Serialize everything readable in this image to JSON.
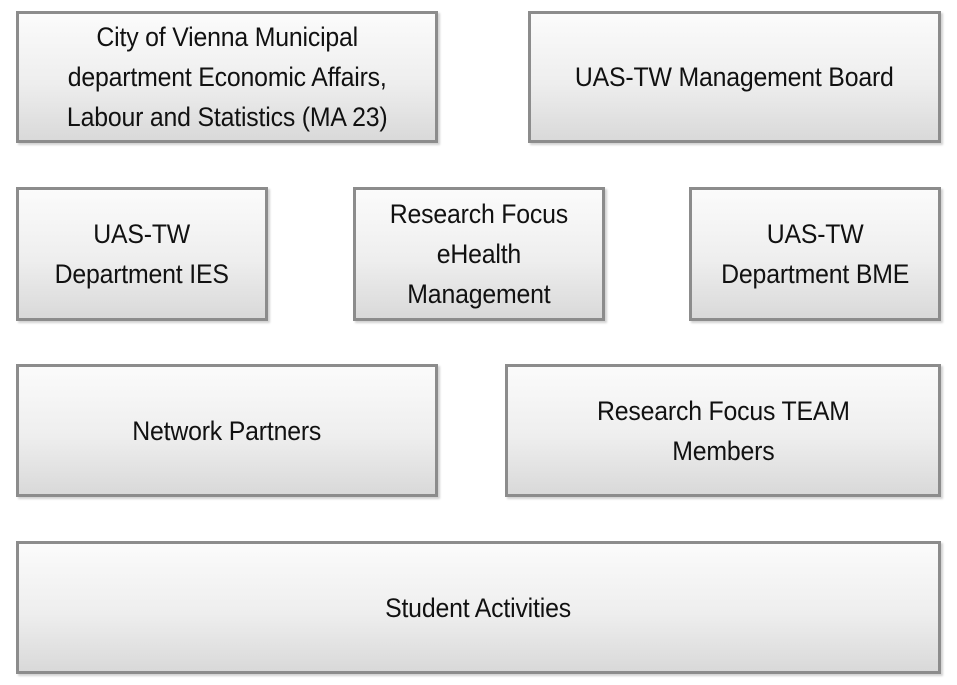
{
  "boxes": {
    "ma23": {
      "line1": "City of Vienna Municipal",
      "line2": "department Economic Affairs,",
      "line3": "Labour and Statistics (MA 23)"
    },
    "management_board": {
      "line1": "UAS-TW Management Board"
    },
    "department_ies": {
      "line1": "UAS-TW",
      "line2": "Department IES"
    },
    "research_focus_ehealth": {
      "line1": "Research Focus",
      "line2": "eHealth",
      "line3": "Management"
    },
    "department_bme": {
      "line1": "UAS-TW",
      "line2": "Department BME"
    },
    "network_partners": {
      "line1": "Network Partners"
    },
    "team_members": {
      "line1": "Research Focus TEAM",
      "line2": "Members"
    },
    "student_activities": {
      "line1": "Student Activities"
    }
  }
}
